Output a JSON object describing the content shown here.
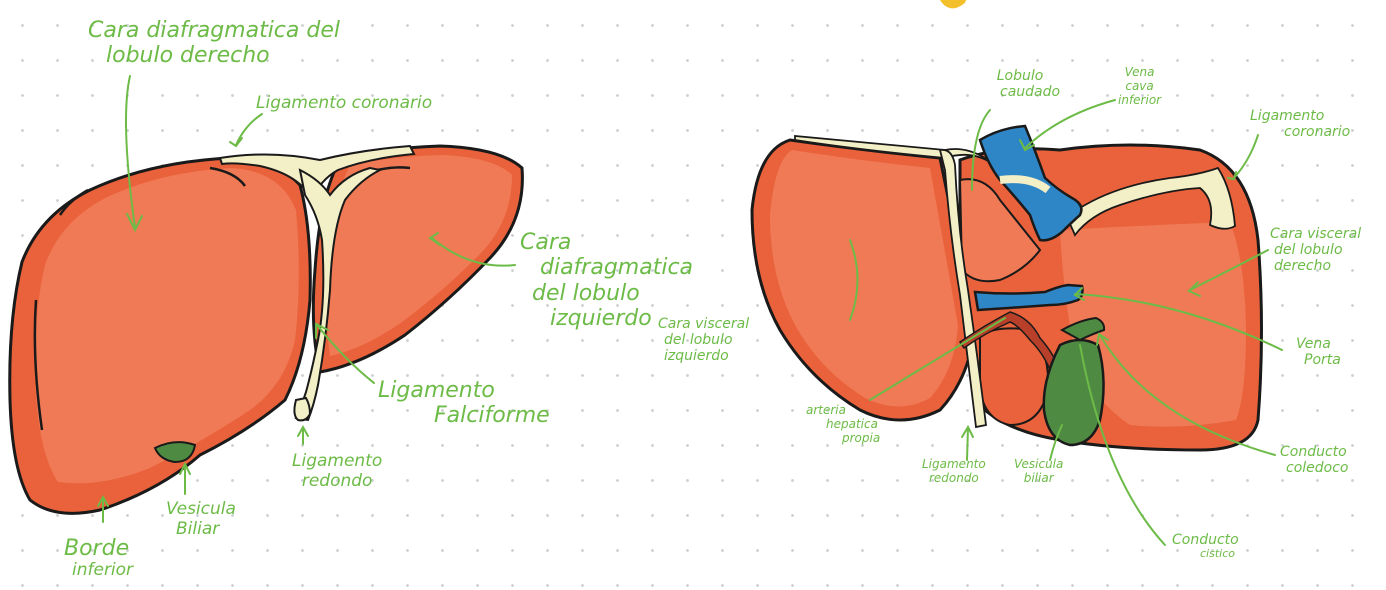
{
  "colors": {
    "liver": "#f07a55",
    "liver_dark": "#d9532d",
    "ligament": "#f3efc6",
    "vein": "#2f86c6",
    "gallbladder": "#4f8a43",
    "artery": "#b8402a",
    "label": "#6dbb47",
    "outline": "#1a1a1a"
  },
  "front_view": {
    "labels": {
      "cara_diafragmatica_derecho": [
        "Cara diafragmatica del",
        "lobulo derecho"
      ],
      "ligamento_coronario": "Ligamento coronario",
      "cara_diafragmatica_izquierdo": [
        "Cara",
        "diafragmatica",
        "del lobulo",
        "izquierdo"
      ],
      "ligamento_falciforme": [
        "Ligamento",
        "Falciforme"
      ],
      "ligamento_redondo": [
        "Ligamento",
        "redondo"
      ],
      "vesicula_biliar": [
        "Vesicula",
        "Biliar"
      ],
      "borde_inferior": [
        "Borde",
        "inferior"
      ]
    }
  },
  "back_view": {
    "labels": {
      "lobulo_caudado": [
        "Lobulo",
        "caudado"
      ],
      "vena_cava_inferior": [
        "Vena",
        "cava",
        "inferior"
      ],
      "ligamento_coronario": [
        "Ligamento",
        "coronario"
      ],
      "cara_visceral_derecho": [
        "Cara visceral",
        "del lobulo",
        "derecho"
      ],
      "cara_visceral_izquierdo": [
        "Cara visceral",
        "del lobulo",
        "izquierdo"
      ],
      "vena_porta": [
        "Vena",
        "Porta"
      ],
      "arteria_hepatica": [
        "arteria",
        "hepatica",
        "propia"
      ],
      "ligamento_redondo": [
        "Ligamento",
        "redondo"
      ],
      "vesicula_biliar": [
        "Vesicula",
        "biliar"
      ],
      "conducto_coledoco": [
        "Conducto",
        "coledoco"
      ],
      "conducto_cistico": [
        "Conducto",
        "cistico"
      ]
    }
  }
}
